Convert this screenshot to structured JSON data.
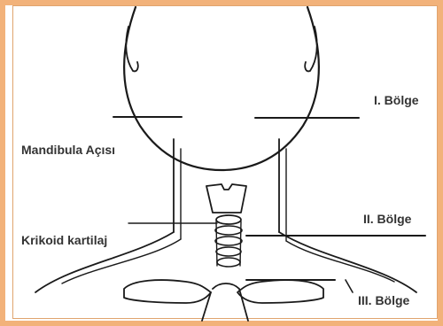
{
  "labels": {
    "zone1": "I. Bölge",
    "zone2": "II. Bölge",
    "zone3": "III. Bölge",
    "mandible_angle": "Mandibula Açısı",
    "cricoid": "Krikoid kartilaj"
  },
  "colors": {
    "frame": "#f2b27a",
    "line": "#1a1a1a",
    "text": "#333333"
  }
}
